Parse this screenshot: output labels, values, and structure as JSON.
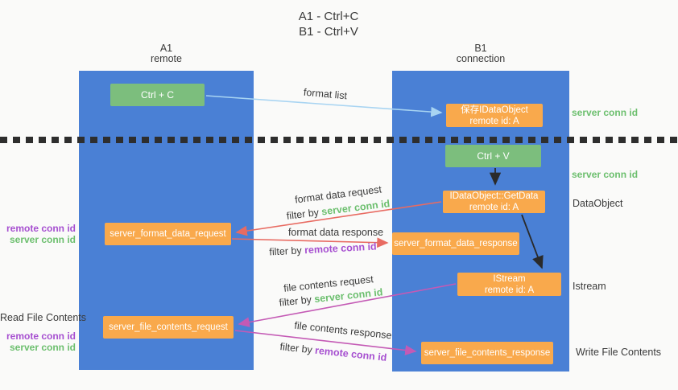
{
  "title": {
    "line1": "A1 - Ctrl+C",
    "line2": "B1 - Ctrl+V"
  },
  "columns": {
    "a1": {
      "name": "A1",
      "subtitle": "remote"
    },
    "b1": {
      "name": "B1",
      "subtitle": "connection"
    }
  },
  "boxes": {
    "ctrl_c": "Ctrl + C",
    "ctrl_v": "Ctrl + V",
    "save_dataobject": {
      "line1": "保存IDataObject",
      "line2": "remote id: A"
    },
    "getdata": {
      "line1": "IDataObject::GetData",
      "line2": "remote id: A"
    },
    "istream": {
      "line1": "IStream",
      "line2": "remote id: A"
    },
    "format_request": "server_format_data_request",
    "format_response": "server_format_data_response",
    "file_request": "server_file_contents_request",
    "file_response": "server_file_contents_response"
  },
  "arrow_labels": {
    "format_list": "format list",
    "format_data_request": "format data request",
    "format_data_request_filter": {
      "prefix": "filter by ",
      "key": "server conn id"
    },
    "format_data_response": "format data response",
    "format_data_response_filter": {
      "prefix": "filter by ",
      "key": "remote conn id"
    },
    "file_contents_request": "file contents request",
    "file_contents_request_filter": {
      "prefix": "filter by ",
      "key": "server conn id"
    },
    "file_contents_response": "file contents response",
    "file_contents_response_filter": {
      "prefix": "filter by ",
      "key": "remote conn id"
    }
  },
  "side_labels": {
    "left_top": {
      "line1": "remote conn id",
      "line2": "server conn id"
    },
    "left_read": "Read File Contents",
    "left_bottom": {
      "line1": "remote conn id",
      "line2": "server conn id"
    },
    "right_conn_top": "server conn id",
    "right_conn_mid": "server conn id",
    "right_dataobject": "DataObject",
    "right_istream": "Istream",
    "right_write": "Write File Contents"
  },
  "colors": {
    "background": "#fafaf9",
    "column_blue": "#4a80d5",
    "box_green": "#7cbe7d",
    "box_orange": "#f9a94c",
    "arrow_lightblue": "#a8d4f2",
    "arrow_red": "#e86b62",
    "arrow_magenta": "#c45ab5",
    "arrow_black": "#2a2a2a",
    "text_green": "#6cbf6e",
    "text_purple": "#a64fd0",
    "dash": "#2e2e2e"
  }
}
